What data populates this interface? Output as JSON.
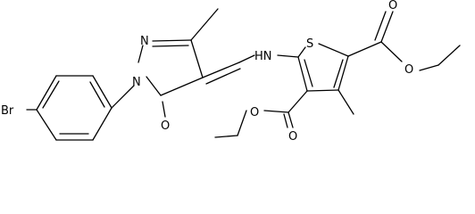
{
  "molecule": {
    "atoms": {
      "br": "Br",
      "n_ring_top": "N",
      "n_ring_aryl": "N",
      "o_pyrazolone": "O",
      "nh": "HN",
      "s_thiophene": "S",
      "o_ester_right_carbonyl": "O",
      "o_ester_right_ether": "O",
      "o_ester_bottom_ether": "O",
      "o_ester_bottom_carbonyl": "O"
    }
  }
}
